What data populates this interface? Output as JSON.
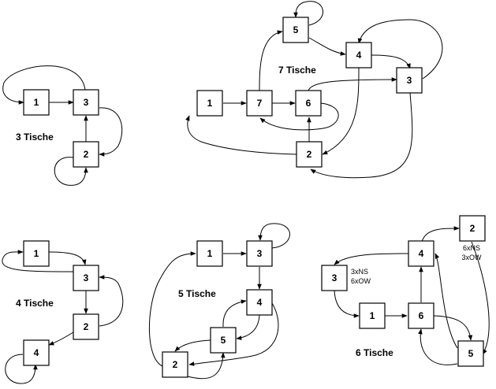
{
  "panels": {
    "p3": {
      "title": "3 Tische",
      "nodes": {
        "n1": "1",
        "n3": "3",
        "n2": "2"
      }
    },
    "p7": {
      "title": "7 Tische",
      "nodes": {
        "n5": "5",
        "n4": "4",
        "n3": "3",
        "n1": "1",
        "n7": "7",
        "n6": "6",
        "n2": "2"
      }
    },
    "p4": {
      "title": "4 Tische",
      "nodes": {
        "n1": "1",
        "n3": "3",
        "n2": "2",
        "n4": "4"
      }
    },
    "p5": {
      "title": "5 Tische",
      "nodes": {
        "n1": "1",
        "n3": "3",
        "n4": "4",
        "n5": "5",
        "n2": "2"
      }
    },
    "p6": {
      "title": "6 Tische",
      "nodes": {
        "n2": "2",
        "n4": "4",
        "n3": "3",
        "n1": "1",
        "n6": "6",
        "n5": "5"
      },
      "notes": {
        "n2_l1": "6xNS",
        "n2_l2": "3xOW",
        "n3_l1": "3xNS",
        "n3_l2": "6xOW"
      }
    }
  }
}
